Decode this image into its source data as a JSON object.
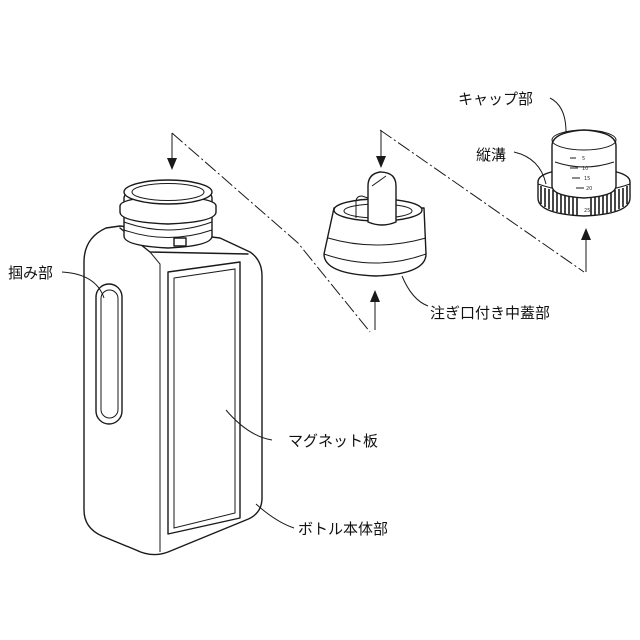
{
  "labels": {
    "cap": "キャップ部",
    "groove": "縦溝",
    "grip": "掴み部",
    "middle_lid": "注ぎ口付き中蓋部",
    "magnet_plate": "マグネット板",
    "bottle_body": "ボトル本体部"
  },
  "cap_scale": [
    "5",
    "10",
    "15",
    "20",
    "25"
  ]
}
